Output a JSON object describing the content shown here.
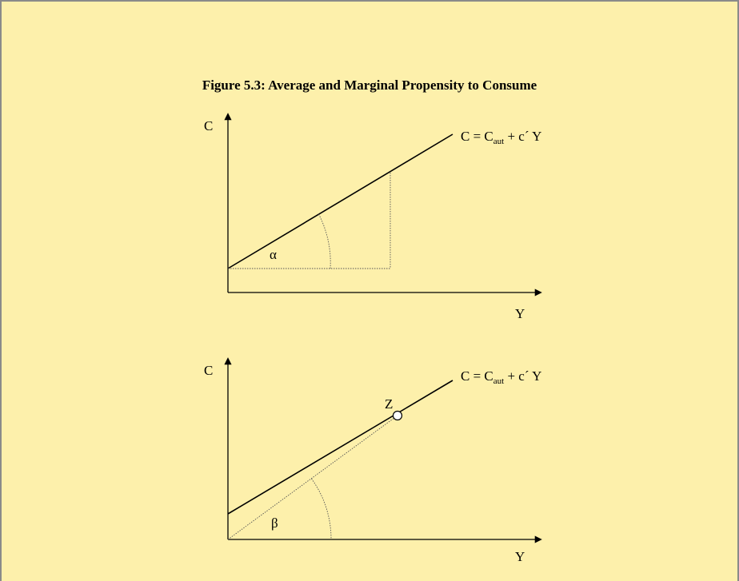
{
  "figure": {
    "title": "Figure 5.3: Average and Marginal Propensity to Consume"
  },
  "top_panel": {
    "y_axis_label": "C",
    "x_axis_label": "Y",
    "line_label": {
      "main": "C = C",
      "sub": "aut",
      "rest": " + c´ Y"
    },
    "angle_label": "α"
  },
  "bottom_panel": {
    "y_axis_label": "C",
    "x_axis_label": "Y",
    "line_label": {
      "main": "C = C",
      "sub": "aut",
      "rest": " + c´ Y"
    },
    "angle_label": "β",
    "point_label": "Z"
  },
  "colors": {
    "background": "#fdf0ab",
    "border": "#8a8a8a",
    "ink": "#000000"
  }
}
